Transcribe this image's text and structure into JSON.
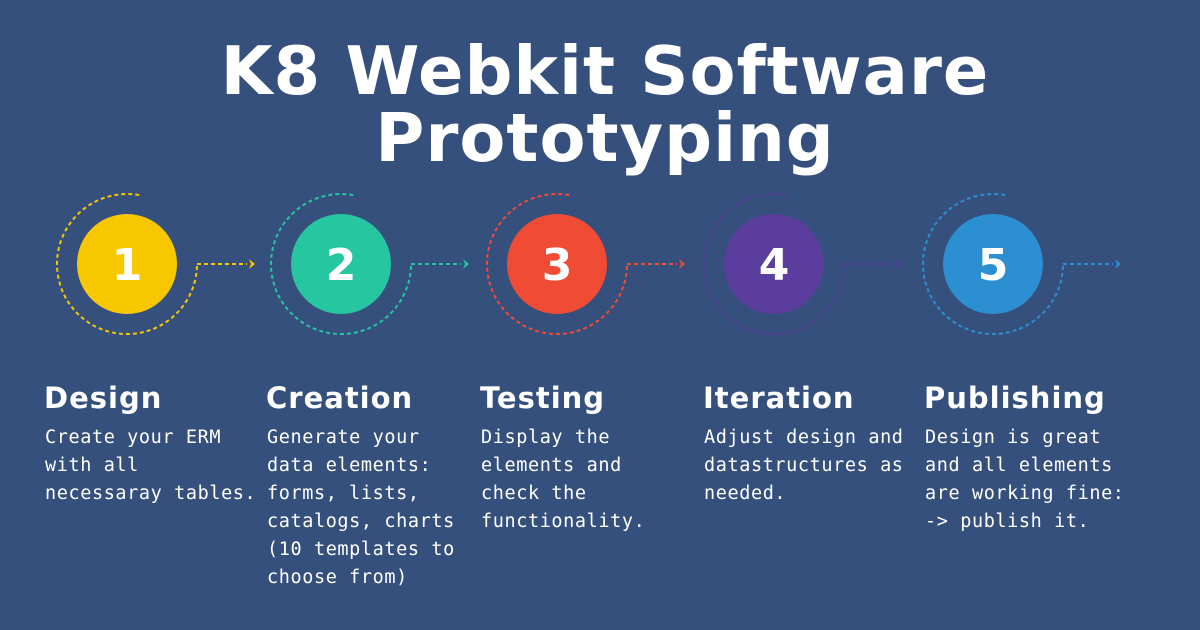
{
  "title": "K8 Webkit Software Prototyping",
  "steps": [
    {
      "number": "1",
      "heading": "Design",
      "lines": [
        "Create your ERM",
        "with all",
        "necessaray tables."
      ],
      "color": "#f7c800"
    },
    {
      "number": "2",
      "heading": "Creation",
      "lines": [
        "Generate your",
        "data elements:",
        "forms, lists,",
        "catalogs, charts",
        "(10 templates to",
        "choose from)"
      ],
      "color": "#26c6a0"
    },
    {
      "number": "3",
      "heading": "Testing",
      "lines": [
        "Display the",
        "elements and",
        "check the",
        "functionality."
      ],
      "color": "#f04b34"
    },
    {
      "number": "4",
      "heading": "Iteration",
      "lines": [
        "Adjust design and",
        "datastructures as",
        "needed."
      ],
      "color": "#5a3d9c"
    },
    {
      "number": "5",
      "heading": "Publishing",
      "lines": [
        "Design is great",
        "and all elements",
        "are working fine:",
        "-> publish it."
      ],
      "color": "#2b8fd1"
    }
  ]
}
